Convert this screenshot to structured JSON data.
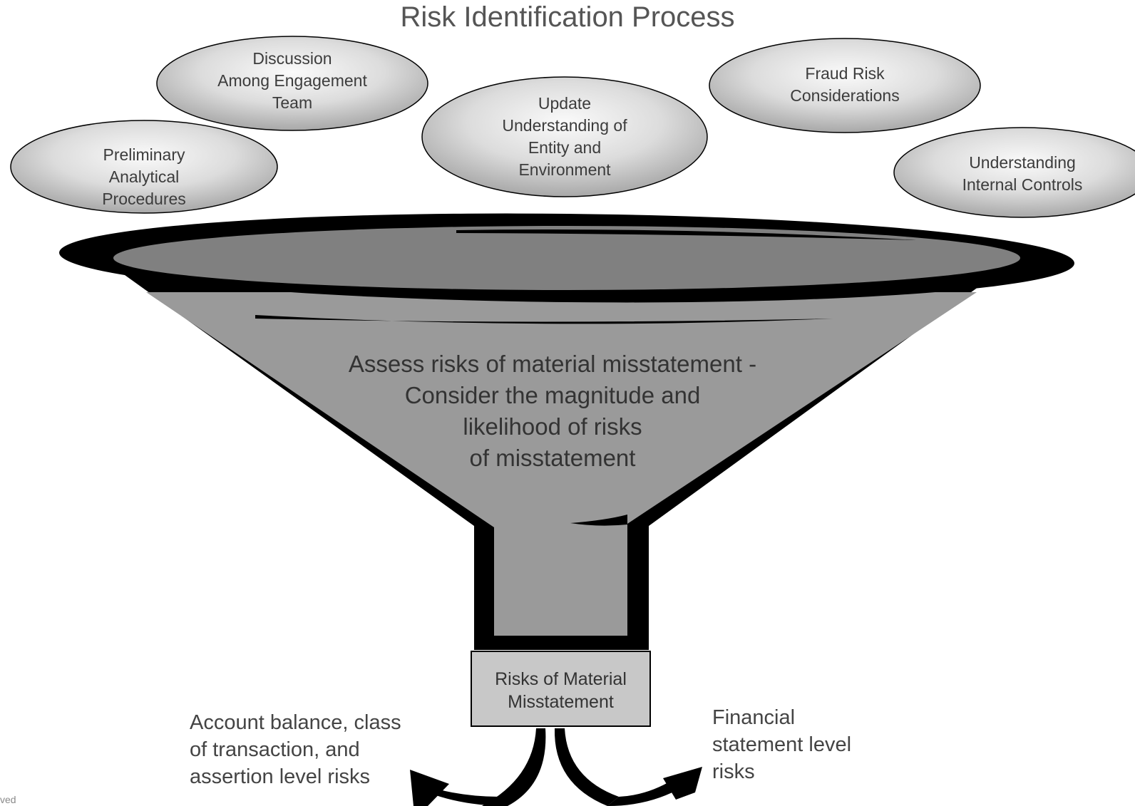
{
  "title": "Risk Identification Process",
  "inputs": [
    "Preliminary\nAnalytical\nProcedures",
    "Discussion\nAmong Engagement\nTeam",
    "Update\nUnderstanding of\nEntity and\nEnvironment",
    "Fraud Risk\nConsiderations",
    "Understanding\nInternal Controls"
  ],
  "funnel": {
    "text": "Assess risks of material misstatement -\nConsider the magnitude and\nlikelihood of risks\nof misstatement"
  },
  "output_box": "Risks of Material\nMisstatement",
  "outcomes": {
    "left": "Account balance, class\nof transaction, and\nassertion level risks",
    "right": "Financial\nstatement level\nrisks"
  },
  "footer": "ved",
  "colors": {
    "funnel_fill": "#9a9a9a",
    "funnel_rim_inner": "#808080",
    "outline": "#000000",
    "box_fill": "#c8c8c8",
    "bubble_light": "#fafafa",
    "bubble_dark": "#a8a8a8"
  }
}
